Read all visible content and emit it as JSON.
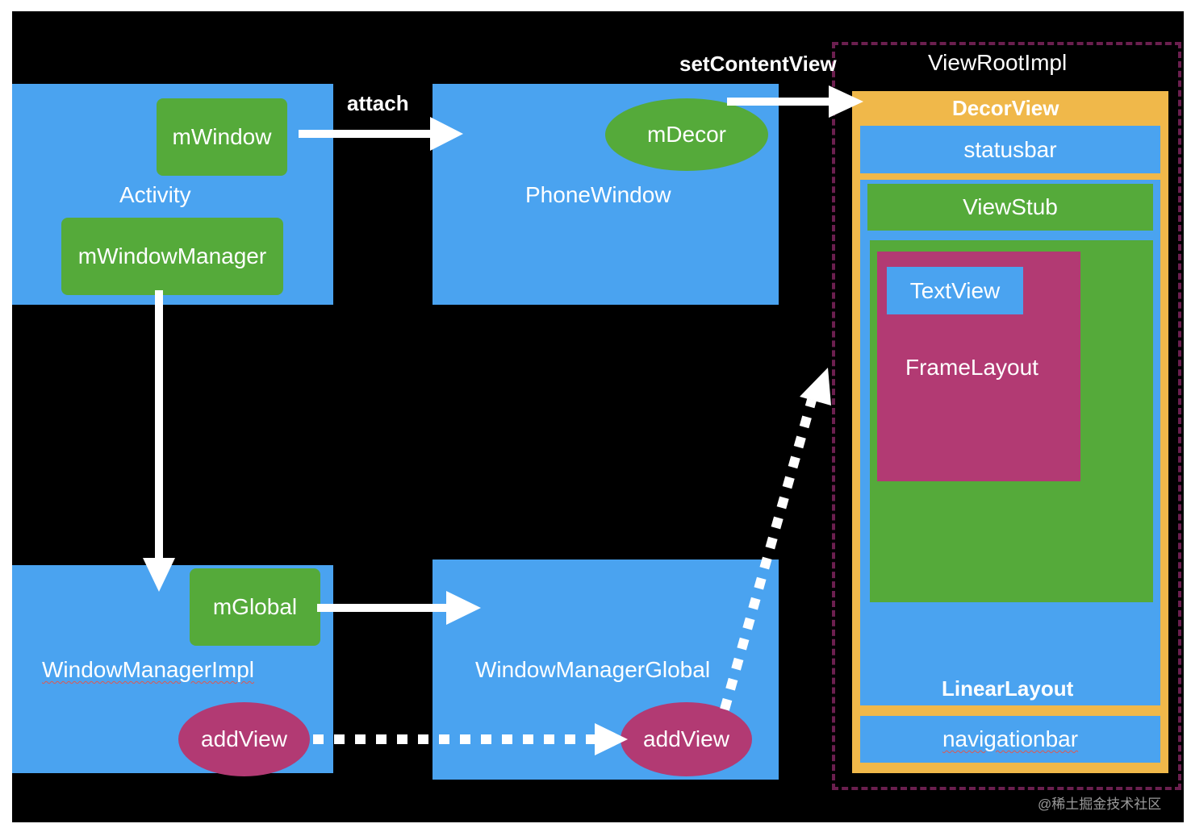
{
  "labels": {
    "activity": "Activity",
    "m_window": "mWindow",
    "m_window_manager": "mWindowManager",
    "attach": "attach",
    "phone_window": "PhoneWindow",
    "m_decor": "mDecor",
    "set_content_view": "setContentView",
    "view_root_impl": "ViewRootImpl",
    "decor_view": "DecorView",
    "statusbar": "statusbar",
    "view_stub": "ViewStub",
    "text_view": "TextView",
    "frame_layout": "FrameLayout",
    "linear_layout": "LinearLayout",
    "navigationbar": "navigationbar",
    "window_manager_impl": "WindowManagerImpl",
    "m_global": "mGlobal",
    "add_view_left": "addView",
    "window_manager_global": "WindowManagerGlobal",
    "add_view_right": "addView"
  },
  "watermark": "@稀土掘金技术社区",
  "colors": {
    "background": "#000000",
    "blue": "#4aa3f0",
    "green": "#55aa3a",
    "magenta": "#b23a73",
    "orange": "#f0b84a",
    "dashed_border": "#6b1f4f",
    "arrow": "#ffffff"
  }
}
